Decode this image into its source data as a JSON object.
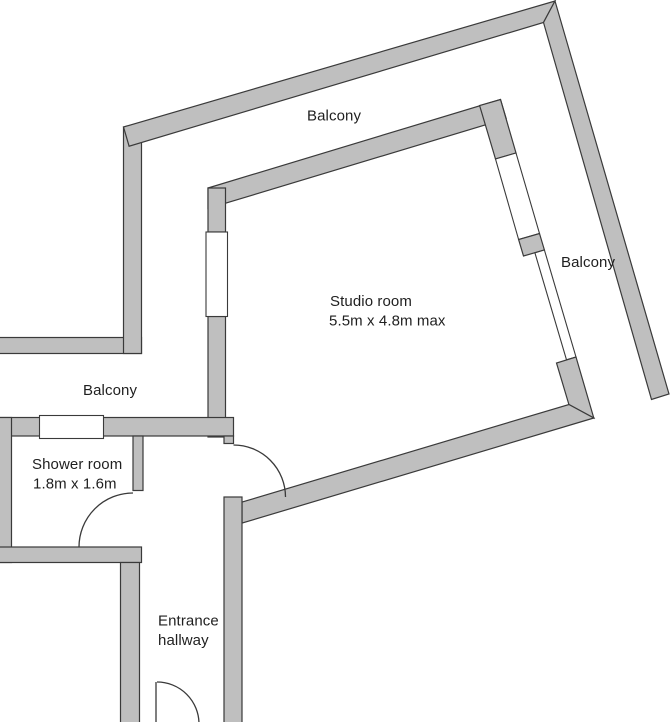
{
  "colors": {
    "wall_fill": "#bfbfbf",
    "wall_stroke": "#3a3a3a",
    "text": "#1f1f1f",
    "background": "#ffffff"
  },
  "labels": {
    "balcony_top": "Balcony",
    "balcony_right": "Balcony",
    "balcony_left": "Balcony"
  },
  "rooms": {
    "studio": {
      "name": "Studio room",
      "dimensions": "5.5m x 4.8m max"
    },
    "shower": {
      "name": "Shower room",
      "dimensions": "1.8m x 1.6m"
    },
    "hallway": {
      "name_line1": "Entrance",
      "name_line2": "hallway"
    }
  }
}
